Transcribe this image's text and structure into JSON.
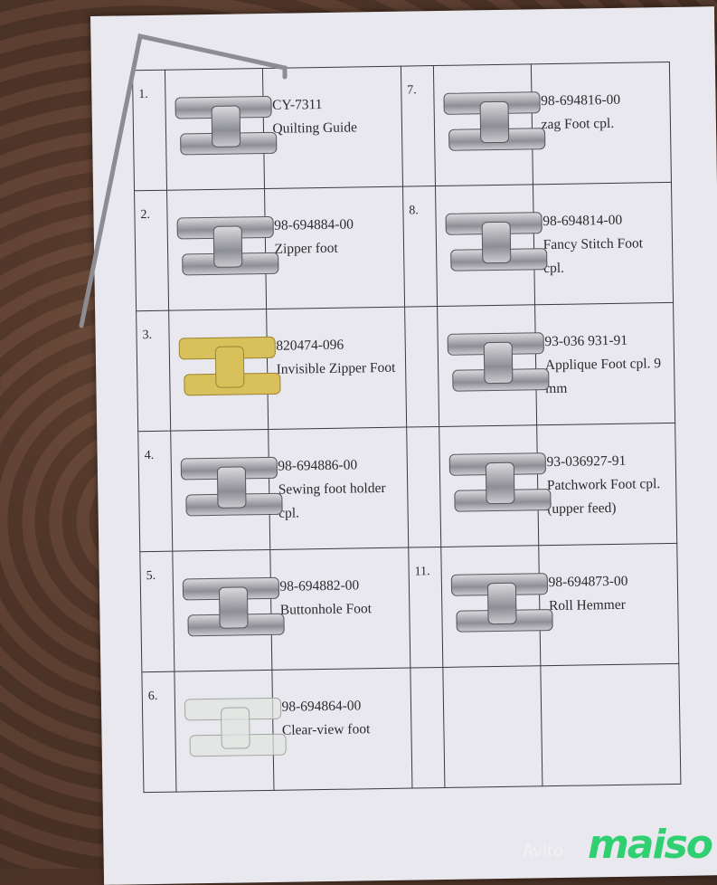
{
  "left_items": [
    {
      "num": "1.",
      "code": "CY-7311",
      "name": "Quilting Guide",
      "style": "metal"
    },
    {
      "num": "2.",
      "code": "98-694884-00",
      "name": "Zipper foot",
      "style": "metal"
    },
    {
      "num": "3.",
      "code": "820474-096",
      "name": "Invisible Zipper Foot",
      "style": "yellow"
    },
    {
      "num": "4.",
      "code": "98-694886-00",
      "name": "Sewing foot holder cpl.",
      "style": "metal"
    },
    {
      "num": "5.",
      "code": "98-694882-00",
      "name": "Buttonhole Foot",
      "style": "metal"
    },
    {
      "num": "6.",
      "code": "98-694864-00",
      "name": "Clear-view foot",
      "style": "clear"
    }
  ],
  "right_items": [
    {
      "num": "7.",
      "code": "98-694816-00",
      "name": "zag Foot cpl.",
      "style": "metal"
    },
    {
      "num": "8.",
      "code": "98-694814-00",
      "name": "Fancy Stitch Foot cpl.",
      "style": "metal"
    },
    {
      "num": "",
      "code": "93-036 931-91",
      "name": "Applique Foot cpl. 9 mm",
      "style": "metal"
    },
    {
      "num": "",
      "code": "93-036927-91",
      "name": "Patchwork Foot cpl. (upper feed)",
      "style": "metal"
    },
    {
      "num": "11.",
      "code": "98-694873-00",
      "name": "Roll Hemmer",
      "style": "metal"
    },
    {
      "num": "",
      "code": "",
      "name": "",
      "style": "none"
    }
  ],
  "watermark": {
    "brand": "maiso",
    "sub": "Avito"
  }
}
